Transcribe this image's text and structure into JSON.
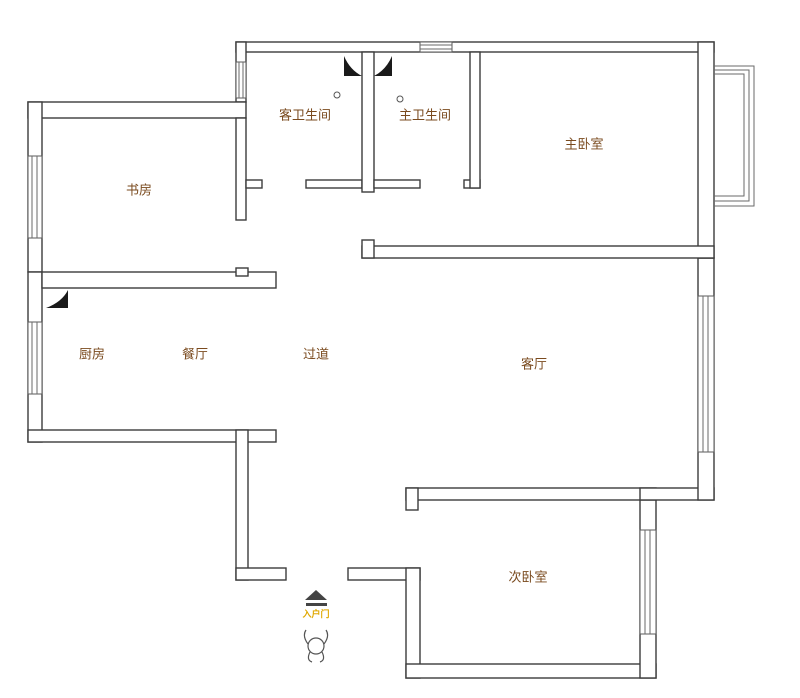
{
  "rooms": {
    "guest_bath": "客卫生间",
    "master_bath": "主卫生间",
    "master_bedroom": "主卧室",
    "study": "书房",
    "kitchen": "厨房",
    "dining": "餐厅",
    "corridor": "过道",
    "living": "客厅",
    "second_bedroom": "次卧室"
  },
  "entrance": {
    "label": "入户门"
  },
  "colors": {
    "label_text": "#7a4a1e",
    "entrance_label": "#e0a800",
    "wall_stroke": "#3c3c3c"
  }
}
